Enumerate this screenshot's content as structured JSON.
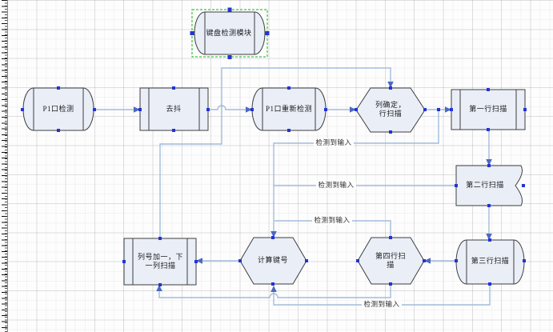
{
  "diagram": {
    "nodes": [
      {
        "id": "keyboard-module",
        "label": "键盘检测模块",
        "shape": "curved-side-box",
        "selected": true
      },
      {
        "id": "p1-port-detect",
        "label": "P1口检测",
        "shape": "curved-side-box"
      },
      {
        "id": "debounce",
        "label": "去抖",
        "shape": "predefined-process"
      },
      {
        "id": "p1-port-redetect",
        "label": "P1口重新检测",
        "shape": "curved-side-box"
      },
      {
        "id": "column-determine",
        "label": "列确定，\n行扫描",
        "shape": "hexagon"
      },
      {
        "id": "row1-scan",
        "label": "第一行扫描",
        "shape": "predefined-process"
      },
      {
        "id": "row2-scan",
        "label": "第二行扫描",
        "shape": "notched-box"
      },
      {
        "id": "row3-scan",
        "label": "第三行扫描",
        "shape": "curved-side-box"
      },
      {
        "id": "row4-scan",
        "label": "第四行扫\n描",
        "shape": "hexagon"
      },
      {
        "id": "calc-key-number",
        "label": "计算键号",
        "shape": "hexagon"
      },
      {
        "id": "column-increment",
        "label": "列号加一，下\n一列扫描",
        "shape": "predefined-process"
      }
    ],
    "edge_labels": [
      {
        "text": "检测到输入"
      },
      {
        "text": "检测到输入"
      },
      {
        "text": "检测到输入"
      },
      {
        "text": "检测到输入"
      }
    ],
    "colors": {
      "shape_fill": "#e9eef7",
      "shape_border": "#3f3f3f",
      "connector": "#a3bcdc",
      "arrowhead": "#4b69c1",
      "connection_point": "#2433d4",
      "selection": "#1db31d",
      "canvas": "#fdfdfd"
    }
  }
}
